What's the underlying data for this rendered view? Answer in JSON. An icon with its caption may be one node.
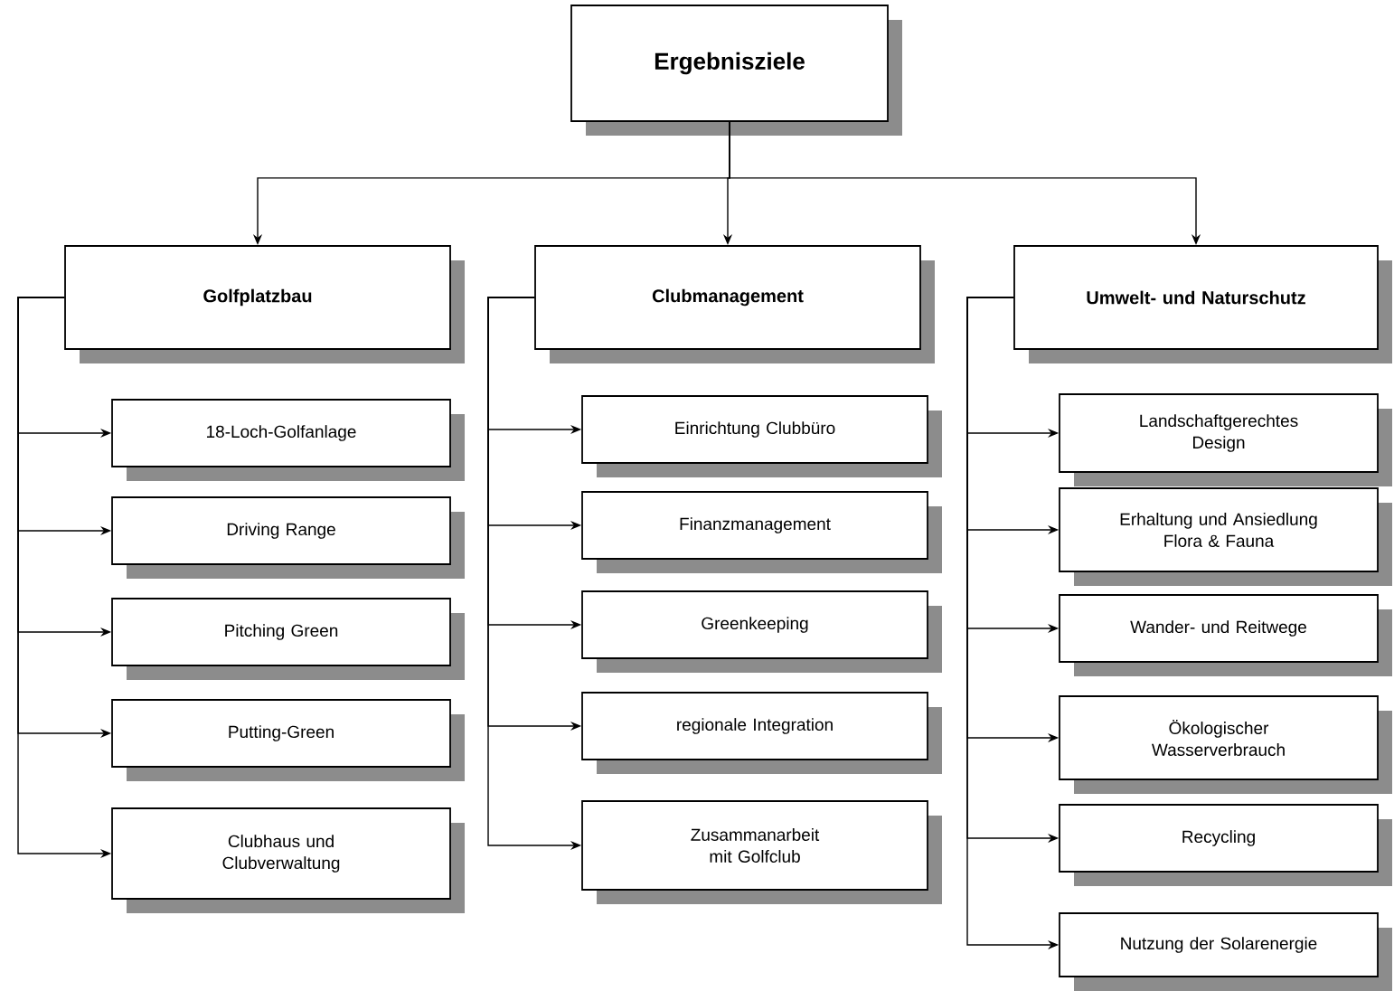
{
  "diagram": {
    "nodes": [
      {
        "text": [
          "Ergebnisziele"
        ]
      },
      {
        "text": [
          "Golfplatzbau"
        ]
      },
      {
        "text": [
          "Clubmanagement"
        ]
      },
      {
        "text": [
          "Umwelt- und Naturschutz"
        ]
      },
      {
        "text": [
          "18-Loch-Golfanlage"
        ]
      },
      {
        "text": [
          "Driving Range"
        ]
      },
      {
        "text": [
          "Pitching Green"
        ]
      },
      {
        "text": [
          "Putting-Green"
        ]
      },
      {
        "text": [
          "Clubhaus und Clubverwaltung"
        ]
      },
      {
        "text": [
          "Einrichtung Clubbüro"
        ]
      },
      {
        "text": [
          "Finanzmanagement"
        ]
      },
      {
        "text": [
          "Greenkeeping"
        ]
      },
      {
        "text": [
          "regionale Integration"
        ]
      },
      {
        "text": [
          "Zusammanarbeit mit Golfclub"
        ]
      },
      {
        "text": [
          "Landschaftgerechtes Design"
        ]
      },
      {
        "text": [
          "Erhaltung und Ansiedlung Flora & Fauna"
        ]
      },
      {
        "text": [
          "Wander- und Reitwege"
        ]
      },
      {
        "text": [
          "Ökologischer Wasserverbrauch"
        ]
      },
      {
        "text": [
          "Recycling"
        ]
      },
      {
        "text": [
          "Nutzung der Solarenergie"
        ]
      }
    ],
    "edges": [
      {
        "from": 0,
        "to": 1,
        "arrow": "to"
      },
      {
        "from": 0,
        "to": 2,
        "arrow": "to"
      },
      {
        "from": 0,
        "to": 3,
        "arrow": "to"
      },
      {
        "from": 1,
        "to": 4,
        "arrow": "to"
      },
      {
        "from": 1,
        "to": 5,
        "arrow": "to"
      },
      {
        "from": 1,
        "to": 6,
        "arrow": "to"
      },
      {
        "from": 1,
        "to": 7,
        "arrow": "to"
      },
      {
        "from": 1,
        "to": 8,
        "arrow": "to"
      },
      {
        "from": 2,
        "to": 9,
        "arrow": "to"
      },
      {
        "from": 2,
        "to": 10,
        "arrow": "to"
      },
      {
        "from": 2,
        "to": 11,
        "arrow": "to"
      },
      {
        "from": 2,
        "to": 12,
        "arrow": "to"
      },
      {
        "from": 2,
        "to": 13,
        "arrow": "to"
      },
      {
        "from": 3,
        "to": 14,
        "arrow": "to"
      },
      {
        "from": 3,
        "to": 15,
        "arrow": "to"
      },
      {
        "from": 3,
        "to": 16,
        "arrow": "to"
      },
      {
        "from": 3,
        "to": 17,
        "arrow": "to"
      },
      {
        "from": 3,
        "to": 18,
        "arrow": "to"
      },
      {
        "from": 3,
        "to": 19,
        "arrow": "to"
      }
    ]
  }
}
